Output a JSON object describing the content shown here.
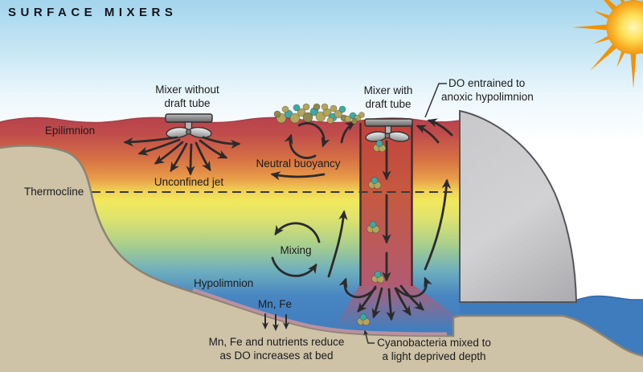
{
  "title": "SURFACE MIXERS",
  "zones": {
    "epilimnion": "Epilimnion",
    "thermocline": "Thermocline",
    "hypolimnion": "Hypolimnion"
  },
  "mixer_without": {
    "line1": "Mixer without",
    "line2": "draft tube",
    "jet_label": "Unconfined jet"
  },
  "mixer_with": {
    "line1": "Mixer with",
    "line2": "draft tube"
  },
  "annotations": {
    "neutral_buoyancy": "Neutral buoyancy",
    "mixing": "Mixing",
    "do_entrained_line1": "DO entrained to",
    "do_entrained_line2": "anoxic hypolimnion",
    "mn_fe": "Mn, Fe",
    "bed_note_line1": "Mn, Fe and nutrients reduce",
    "bed_note_line2": "as DO increases at bed",
    "cyanobacteria_line1": "Cyanobacteria mixed to",
    "cyanobacteria_line2": "a light deprived depth"
  },
  "colors": {
    "epilimnion_red": "#b7434e",
    "thermocline_yellow": "#f1e95c",
    "hypolimnion_blue": "#3a72b8",
    "sediment_tan": "#cec2a7",
    "dam_gray": "#c6c6c8",
    "sun_orange": "#f5a51d",
    "tailwater_blue": "#3e7cbe",
    "algae_olive": "#b2a55e",
    "algae_teal": "#3ea9a3"
  }
}
